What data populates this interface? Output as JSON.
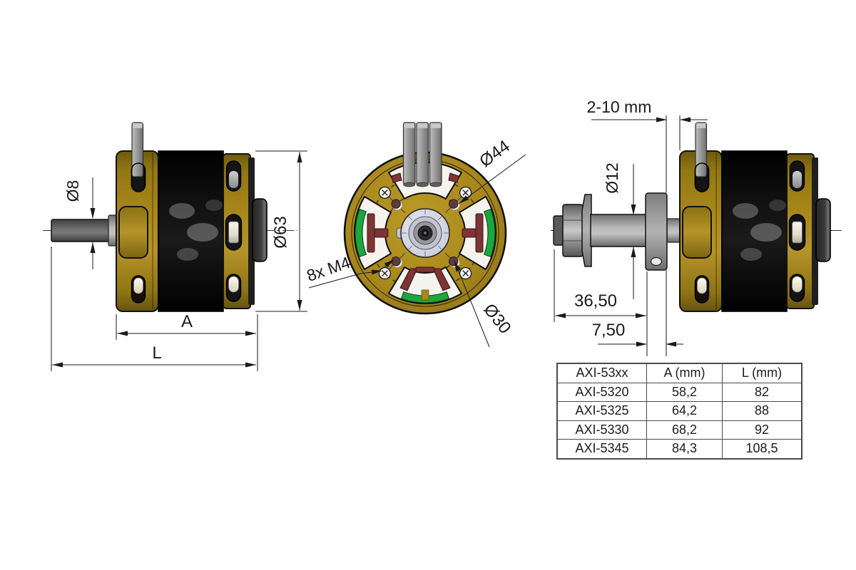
{
  "drawing": {
    "title": "AXI 53xx brushless outrunner motor dimensional drawing",
    "background": "#ffffff",
    "colors": {
      "gold": "#a8871b",
      "gold_dark": "#6e5a0e",
      "rotor_black": "#0f0f0f",
      "shaft_gray": "#9c9c9c",
      "magnet_green": "#1da53e",
      "winding_maroon": "#7c3434",
      "hub_lavender": "#d9dae6",
      "line": "#1a1a1a"
    },
    "views": {
      "side_left": {
        "labels": {
          "shaft_diameter": "Ø8",
          "case_diameter": "Ø63",
          "dim_a": "A",
          "dim_l": "L"
        }
      },
      "front": {
        "labels": {
          "bolt_circle_outer": "Ø44",
          "mount_screws": "8x M4",
          "bolt_circle_inner": "Ø30"
        }
      },
      "side_right": {
        "labels": {
          "prop_clearance": "2-10 mm",
          "prop_shaft_diameter": "Ø12",
          "shaft_length": "36,50",
          "flange_offset": "7,50"
        }
      }
    }
  },
  "table": {
    "columns": [
      "AXI-53xx",
      "A (mm)",
      "L (mm)"
    ],
    "rows": [
      [
        "AXI-5320",
        "58,2",
        "82"
      ],
      [
        "AXI-5325",
        "64,2",
        "88"
      ],
      [
        "AXI-5330",
        "68,2",
        "92"
      ],
      [
        "AXI-5345",
        "84,3",
        "108,5"
      ]
    ]
  }
}
